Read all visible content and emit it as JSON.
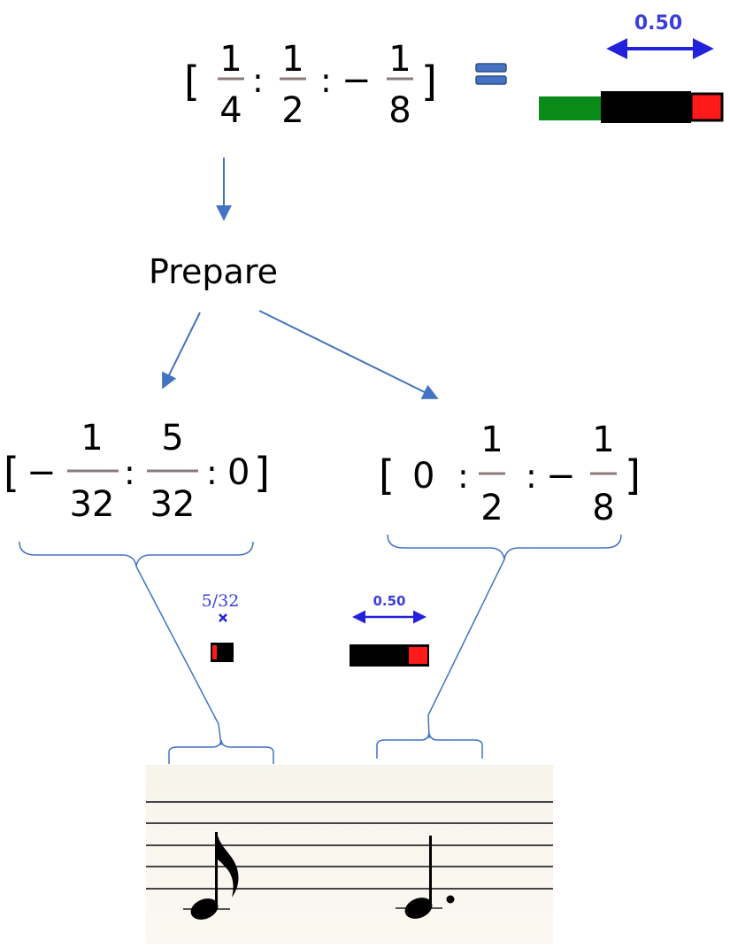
{
  "top_ratio": {
    "open_bracket": "[",
    "close_bracket": "]",
    "separator": ":",
    "a_num": "1",
    "a_den": "4",
    "b_num": "1",
    "b_den": "2",
    "c_sign": "−",
    "c_num": "1",
    "c_den": "8",
    "equals_icon": "equals-icon"
  },
  "top_bar": {
    "dimension_label": "0.50",
    "colors": {
      "green": "#0a8a18",
      "black": "#000000",
      "red": "#ff1a1a"
    }
  },
  "step": {
    "label": "Prepare"
  },
  "left_ratio": {
    "open_bracket": "[",
    "close_bracket": "]",
    "separator": ":",
    "a_sign": "−",
    "a_num": "1",
    "a_den": "32",
    "b_num": "5",
    "b_den": "32",
    "c_value": "0"
  },
  "right_ratio": {
    "open_bracket": "[",
    "close_bracket": "]",
    "separator": ":",
    "a_value": "0",
    "b_num": "1",
    "b_den": "2",
    "c_sign": "−",
    "c_num": "1",
    "c_den": "8"
  },
  "left_bar": {
    "dimension_label": "5/32"
  },
  "right_bar": {
    "dimension_label": "0.50"
  },
  "colors": {
    "arrow": "#4472c4",
    "brace": "#4472c4",
    "fraction_bar": "#8a7a7a",
    "dimension": "#2222dd"
  },
  "notes": [
    "eighth-note",
    "dotted-quarter-note"
  ]
}
